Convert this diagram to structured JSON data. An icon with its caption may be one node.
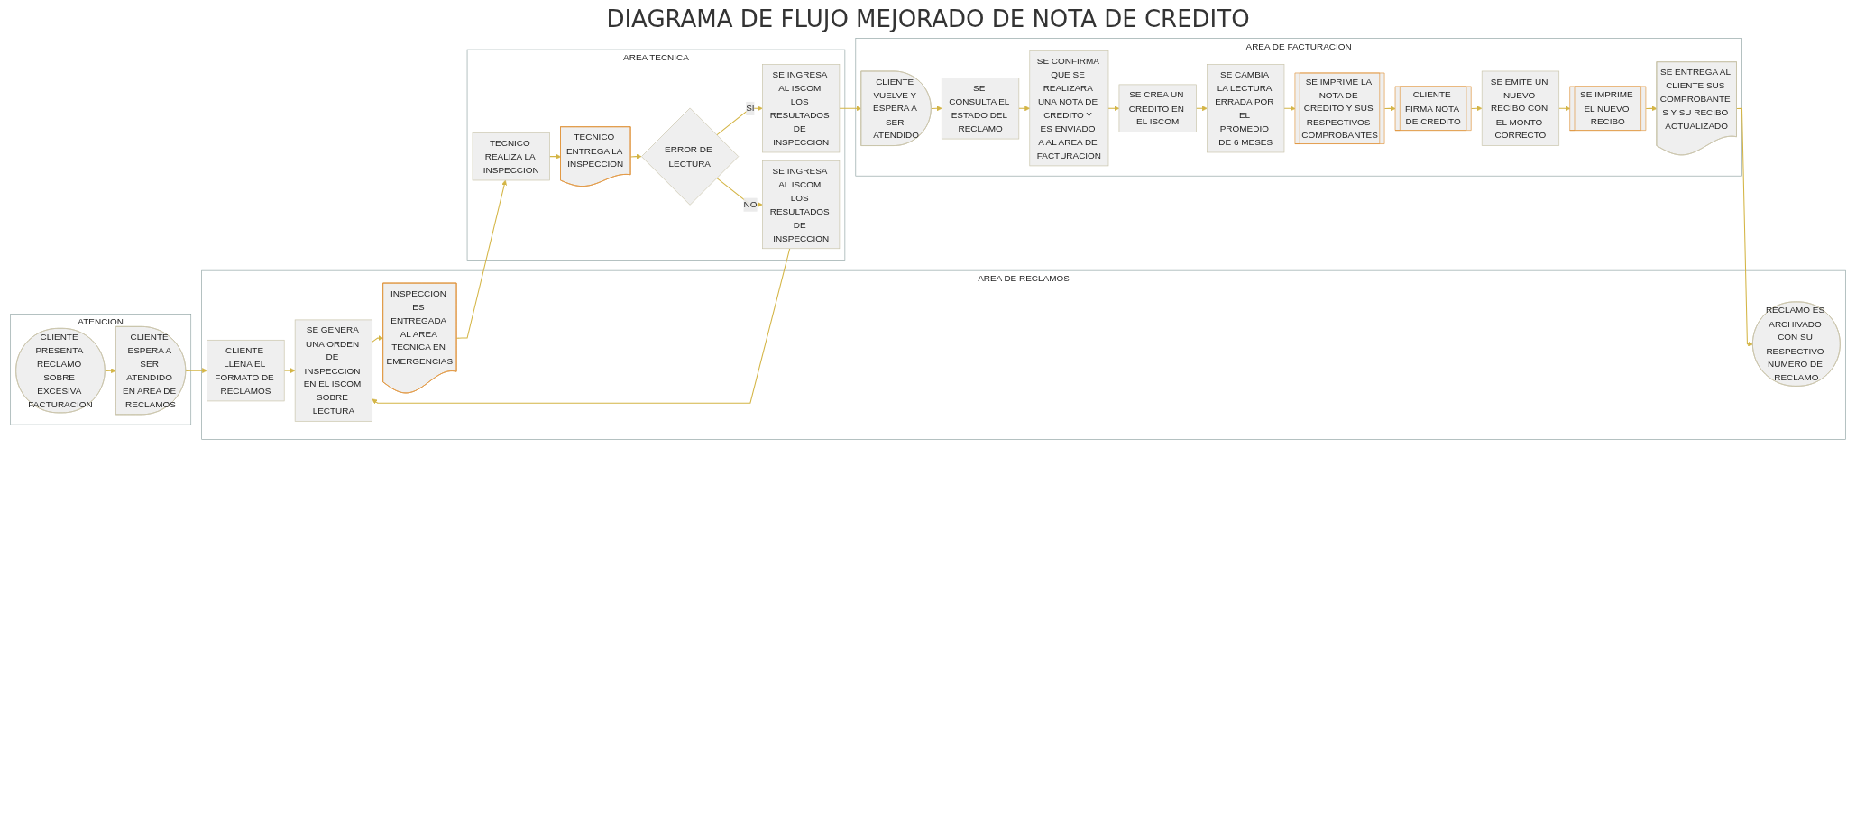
{
  "diagram": {
    "title": "DIAGRAMA DE FLUJO MEJORADO DE NOTA DE CREDITO",
    "nodes": [
      {
        "text": [
          "ATENCION"
        ]
      },
      {
        "text": [
          "AREA DE RECLAMOS"
        ]
      },
      {
        "text": [
          "AREA TECNICA"
        ]
      },
      {
        "text": [
          "AREA DE FACTURACION"
        ]
      },
      {
        "text": [
          "CLIENTE PRESENTA RECLAMO SOBRE EXCESIVA FACTURACION"
        ],
        "in": 0
      },
      {
        "text": [
          "CLIENTE ESPERA A SER ATENDIDO EN AREA DE RECLAMOS"
        ],
        "in": 0
      },
      {
        "text": [
          "CLIENTE LLENA EL FORMATO DE RECLAMOS"
        ],
        "in": 1
      },
      {
        "text": [
          "SE GENERA UNA ORDEN DE INSPECCION EN EL ISCOM SOBRE LECTURA"
        ],
        "in": 1
      },
      {
        "text": [
          "INSPECCION ES ENTREGADA AL AREA TECNICA EN EMERGENCIAS"
        ],
        "in": 1
      },
      {
        "text": [
          "RECLAMO ES ARCHIVADO CON SU RESPECTIVO NUMERO DE RECLAMO"
        ],
        "in": 1
      },
      {
        "text": [
          "TECNICO REALIZA LA INSPECCION"
        ],
        "in": 2
      },
      {
        "text": [
          "TECNICO ENTREGA LA INSPECCION"
        ],
        "in": 2
      },
      {
        "text": [
          "ERROR DE LECTURA"
        ],
        "in": 2
      },
      {
        "text": [
          "SE INGRESA AL ISCOM LOS RESULTADOS DE INSPECCION"
        ],
        "in": 2
      },
      {
        "text": [
          "SE INGRESA AL ISCOM LOS RESULTADOS DE INSPECCION"
        ],
        "in": 2
      },
      {
        "text": [
          "CLIENTE VUELVE Y ESPERA A SER ATENDIDO"
        ],
        "in": 3
      },
      {
        "text": [
          "SE CONSULTA EL ESTADO DEL RECLAMO"
        ],
        "in": 3
      },
      {
        "text": [
          "SE CONFIRMA QUE SE REALIZARA UNA NOTA DE CREDITO Y ES ENVIADO A AL AREA DE FACTURACION"
        ],
        "in": 3
      },
      {
        "text": [
          "SE CREA UN CREDITO EN EL ISCOM"
        ],
        "in": 3
      },
      {
        "text": [
          "SE CAMBIA LA LECTURA ERRADA POR EL PROMEDIO DE 6 MESES"
        ],
        "in": 3
      },
      {
        "text": [
          "SE IMPRIME LA NOTA DE CREDITO Y SUS RESPECTIVOS COMPROBANTES"
        ],
        "in": 3
      },
      {
        "text": [
          "CLIENTE FIRMA NOTA DE CREDITO"
        ],
        "in": 3
      },
      {
        "text": [
          "SE EMITE UN NUEVO RECIBO CON EL MONTO CORRECTO"
        ],
        "in": 3
      },
      {
        "text": [
          "SE IMPRIME EL NUEVO RECIBO"
        ],
        "in": 3
      },
      {
        "text": [
          "SE ENTREGA AL CLIENTE SUS COMPROBANTE S Y SU RECIBO ACTUALIZADO"
        ],
        "in": 3
      }
    ],
    "edges": [
      {
        "from": 4,
        "to": 5,
        "arrow": "to"
      },
      {
        "from": 5,
        "to": 6,
        "arrow": "to"
      },
      {
        "from": 6,
        "to": 7,
        "arrow": "to"
      },
      {
        "from": 7,
        "to": 8,
        "arrow": "to"
      },
      {
        "from": 8,
        "to": 10,
        "arrow": "to"
      },
      {
        "from": 10,
        "to": 11,
        "arrow": "to"
      },
      {
        "from": 11,
        "to": 12,
        "arrow": "to"
      },
      {
        "from": 12,
        "to": 13,
        "label": "SI",
        "arrow": "to"
      },
      {
        "from": 12,
        "to": 14,
        "label": "NO",
        "arrow": "to"
      },
      {
        "from": 14,
        "to": 7,
        "arrow": "to"
      },
      {
        "from": 13,
        "to": 15,
        "arrow": "to"
      },
      {
        "from": 15,
        "to": 16,
        "arrow": "to"
      },
      {
        "from": 16,
        "to": 17,
        "arrow": "to"
      },
      {
        "from": 17,
        "to": 18,
        "arrow": "to"
      },
      {
        "from": 18,
        "to": 19,
        "arrow": "to"
      },
      {
        "from": 19,
        "to": 20,
        "arrow": "to"
      },
      {
        "from": 20,
        "to": 21,
        "arrow": "to"
      },
      {
        "from": 21,
        "to": 22,
        "arrow": "to"
      },
      {
        "from": 22,
        "to": 23,
        "arrow": "to"
      },
      {
        "from": 23,
        "to": 24,
        "arrow": "to"
      },
      {
        "from": 24,
        "to": 9,
        "arrow": "to"
      }
    ]
  }
}
